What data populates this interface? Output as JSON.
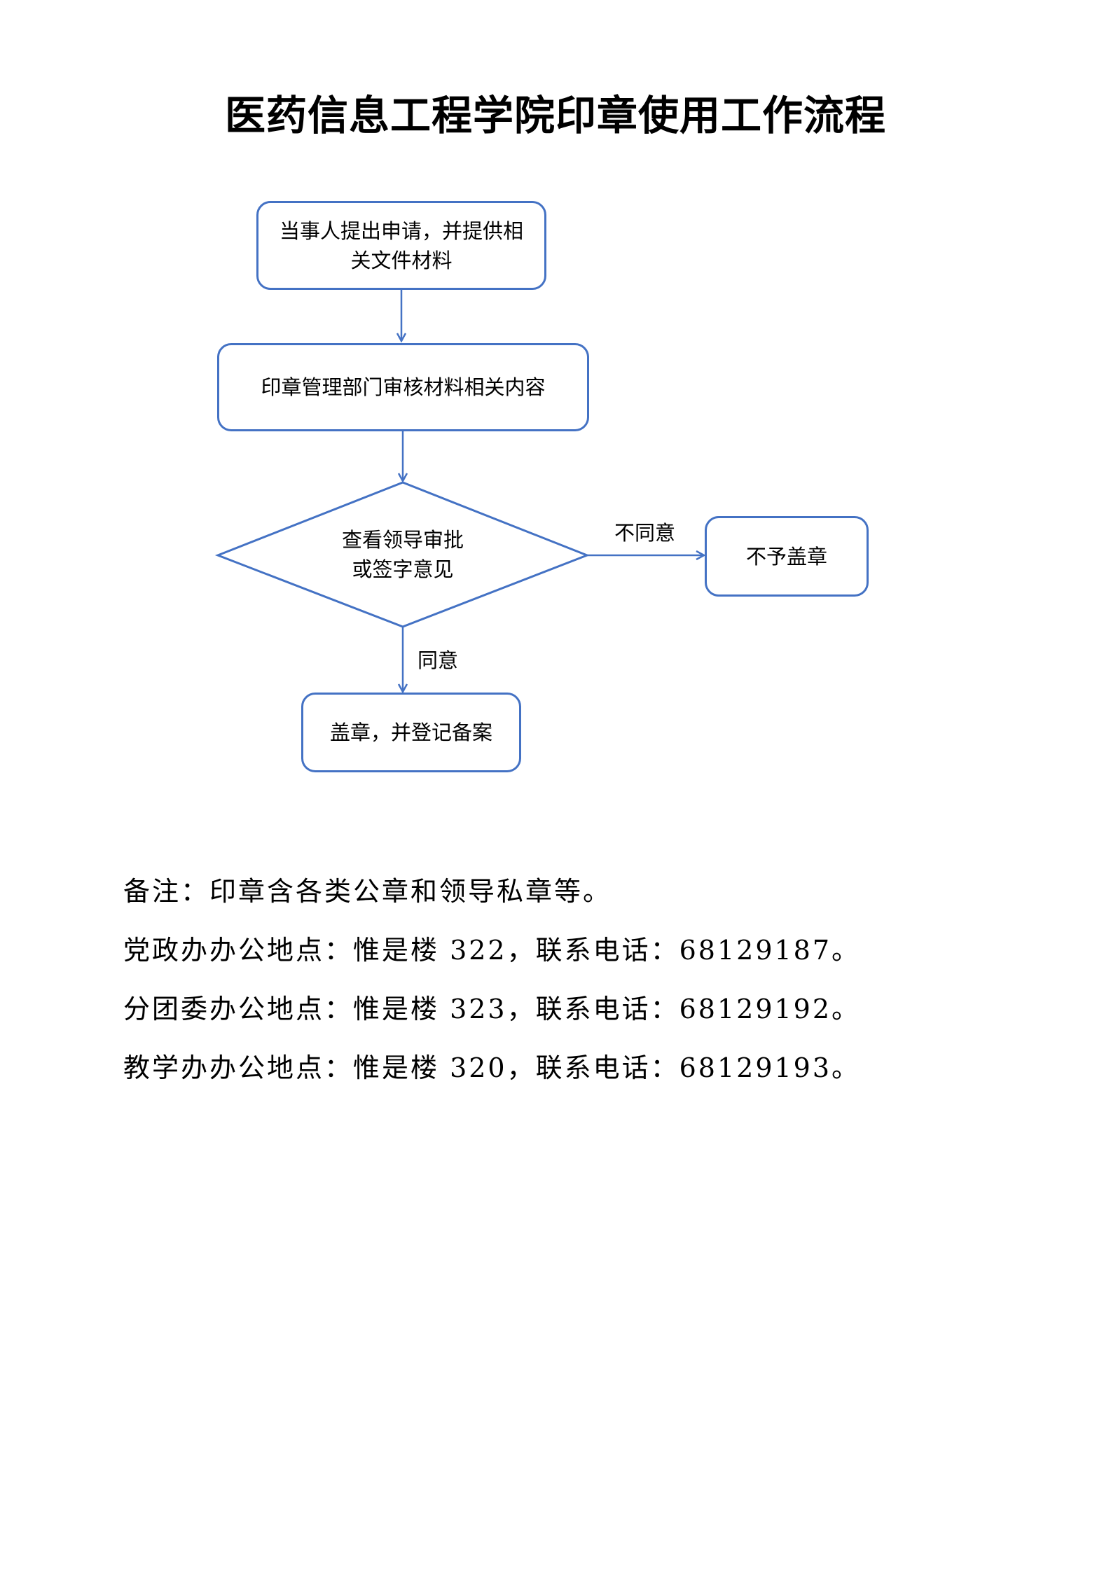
{
  "title": "医药信息工程学院印章使用工作流程",
  "flow": {
    "step1": "当事人提出申请，并提供相关文件材料",
    "step2": "印章管理部门审核材料相关内容",
    "decision_line1": "查看领导审批",
    "decision_line2": "或签字意见",
    "reject_label": "不同意",
    "reject_result": "不予盖章",
    "approve_label": "同意",
    "approve_result": "盖章，并登记备案"
  },
  "notes": [
    "备注：印章含各类公章和领导私章等。",
    "党政办办公地点：惟是楼 322，联系电话：68129187。",
    "分团委办公地点：惟是楼 323，联系电话：68129192。",
    "教学办办公地点：惟是楼 320，联系电话：68129193。"
  ],
  "colors": {
    "flow_stroke": "#4472c4"
  }
}
